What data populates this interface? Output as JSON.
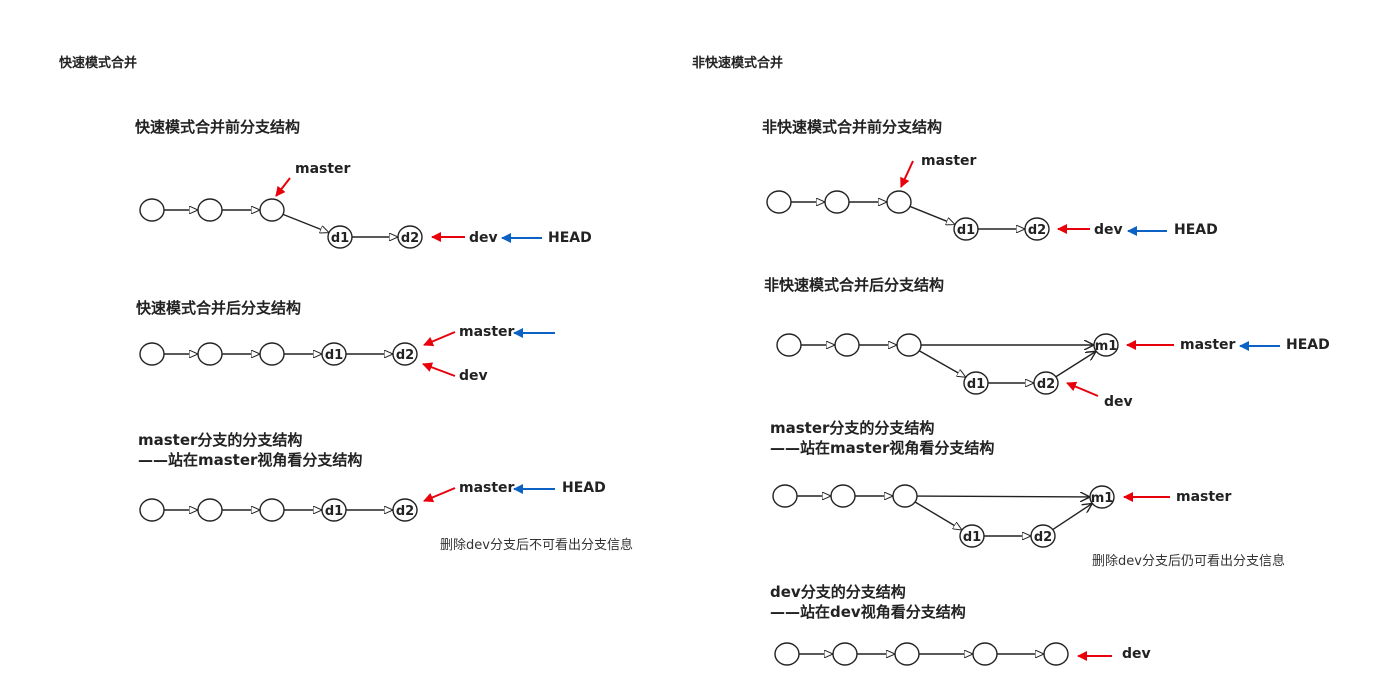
{
  "left": {
    "section_title": "快速模式合并",
    "diagram1_title": "快速模式合并前分支结构",
    "diagram2_title": "快速模式合并后分支结构",
    "diagram3_title_line1": "master分支的分支结构",
    "diagram3_title_line2": "——站在master视角看分支结构",
    "note": "删除dev分支后不可看出分支信息"
  },
  "right": {
    "section_title": "非快速模式合并",
    "diagram1_title": "非快速模式合并前分支结构",
    "diagram2_title": "非快速模式合并后分支结构",
    "diagram3_title_line1": "master分支的分支结构",
    "diagram3_title_line2": "——站在master视角看分支结构",
    "note": "删除dev分支后仍可看出分支信息",
    "diagram4_title_line1": "dev分支的分支结构",
    "diagram4_title_line2": "——站在dev视角看分支结构"
  },
  "pointers": {
    "master": "master",
    "dev": "dev",
    "head": "HEAD"
  },
  "nodes": {
    "d1": "d1",
    "d2": "d2",
    "m1": "m1"
  },
  "colors": {
    "red_arrow": "#e8000b",
    "blue_arrow": "#0b62c4",
    "stroke": "#222222"
  }
}
